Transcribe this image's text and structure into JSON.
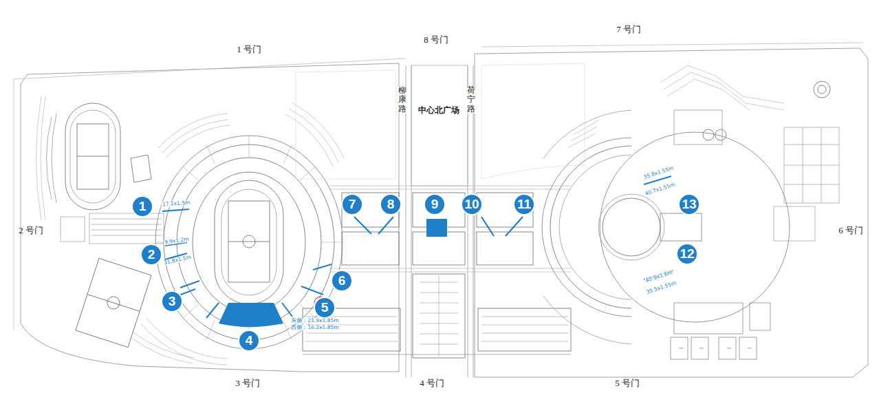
{
  "diagram": {
    "nodes": [
      {
        "text": [
          "1"
        ]
      },
      {
        "text": [
          "2"
        ]
      },
      {
        "text": [
          "3"
        ]
      },
      {
        "text": [
          "4"
        ]
      },
      {
        "text": [
          "5"
        ]
      },
      {
        "text": [
          "6"
        ]
      },
      {
        "text": [
          "7"
        ]
      },
      {
        "text": [
          "8"
        ]
      },
      {
        "text": [
          "9"
        ]
      },
      {
        "text": [
          "10"
        ]
      },
      {
        "text": [
          "11"
        ]
      },
      {
        "text": [
          "13"
        ]
      },
      {
        "text": [
          "12"
        ]
      }
    ],
    "labels": [
      "1 号门",
      "8 号门",
      "7 号门",
      "2 号门",
      "6 号门",
      "3 号门",
      "4 号门",
      "5 号门",
      "柳康路",
      "荷宁路",
      "中心北广场",
      "17.1x1.5m",
      "9.9x1.2m",
      "31.8x1.5m",
      "东侧：21.9x1.85m",
      "西侧：16.2x1.85m",
      "35.8x1.55m",
      "40.7x1.55m",
      "40.9x1.6m",
      "35.5x1.55m"
    ]
  }
}
